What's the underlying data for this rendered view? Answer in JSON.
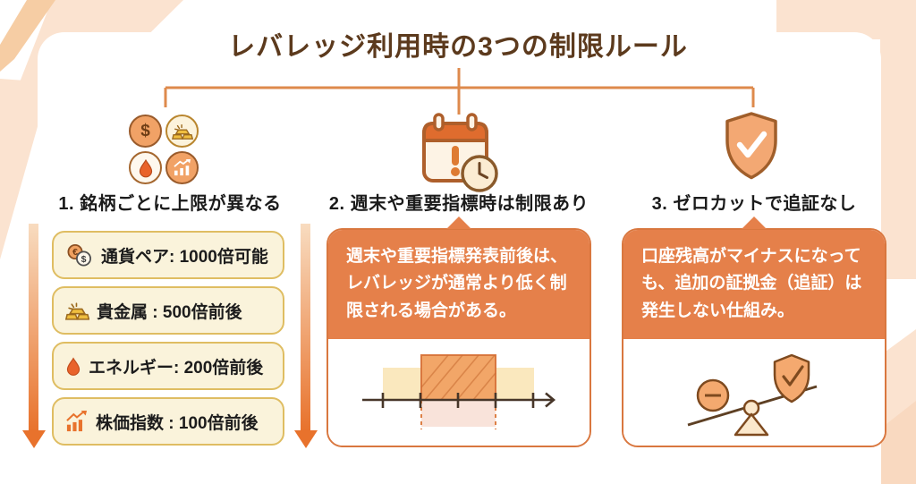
{
  "title": "レバレッジ利用時の3つの制限ルール",
  "colors": {
    "accent_orange": "#E5804A",
    "card_border": "#D9773F",
    "title_brown": "#5C3A1D",
    "connector_orange": "#DE8A4C",
    "arrow_orange": "#E8722C",
    "item_bg": "#FAF3DB",
    "item_border": "#DFBD62",
    "peach_decor": "#FBE3D0",
    "hatch_fill": "#F2A668",
    "band_yellow": "#FAE8BE",
    "dashed_pink": "#F9E3DA"
  },
  "columns": [
    {
      "heading": "1. 銘柄ごとに上限が異なる",
      "icon": "asset-class-icons-cluster",
      "items": [
        {
          "icon": "currency-pair-icon",
          "label": "通貨ペア: 1000倍可能"
        },
        {
          "icon": "gold-bars-icon",
          "label": "貴金属 : 500倍前後"
        },
        {
          "icon": "oil-drop-icon",
          "label": "エネルギー: 200倍前後"
        },
        {
          "icon": "stock-index-icon",
          "label": "株価指数 : 100倍前後"
        }
      ]
    },
    {
      "heading": "2. 週末や重要指標時は制限あり",
      "icon": "calendar-alert-clock-icon",
      "description": "週末や重要指標発表前後は、レバレッジが通常より低く制限される場合がある。",
      "diagram": "timeline-restriction-diagram"
    },
    {
      "heading": "3. ゼロカットで追証なし",
      "icon": "shield-check-icon",
      "description": "口座残高がマイナスになっても、追加の証拠金（追証）は発生しない仕組み。",
      "diagram": "balance-scale-diagram"
    }
  ]
}
